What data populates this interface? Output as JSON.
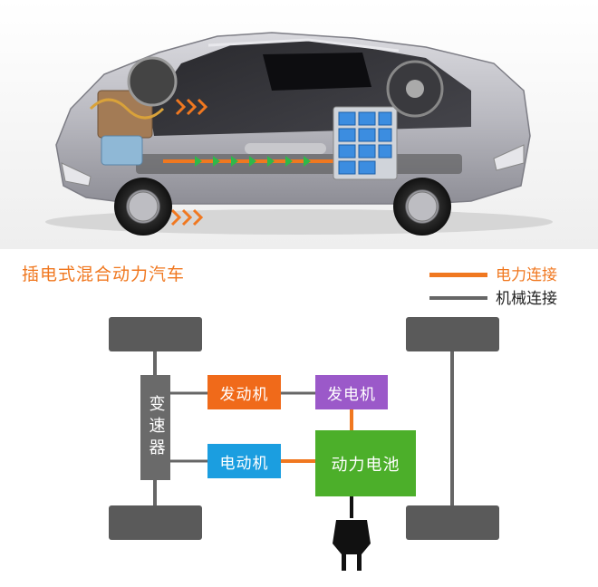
{
  "title": "插电式混合动力汽车",
  "legend": {
    "electric": "电力连接",
    "mechanical": "机械连接"
  },
  "boxes": {
    "gearbox": "变速器",
    "engine": "发动机",
    "generator": "发电机",
    "motor": "电动机",
    "battery": "动力电池"
  },
  "colors": {
    "electric_line": "#f07820",
    "mechanical_line": "#666666",
    "engine": "#f06a1a",
    "generator": "#9b59c9",
    "motor": "#1b9ee0",
    "battery": "#4caf2a",
    "wheel": "#5a5a5a"
  }
}
